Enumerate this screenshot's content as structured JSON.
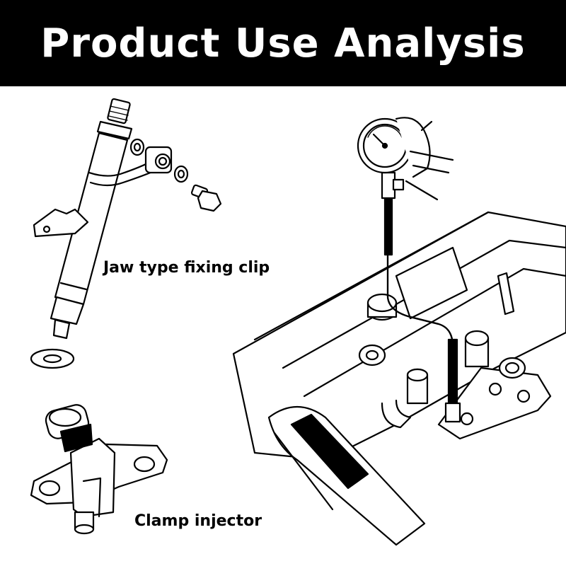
{
  "header": {
    "title": "Product Use Analysis"
  },
  "labels": {
    "jaw_clip": "Jaw type fixing clip",
    "clamp_injector": "Clamp injector"
  },
  "colors": {
    "header_bg": "#000000",
    "header_text": "#ffffff",
    "line_art": "#000000",
    "background": "#ffffff"
  }
}
